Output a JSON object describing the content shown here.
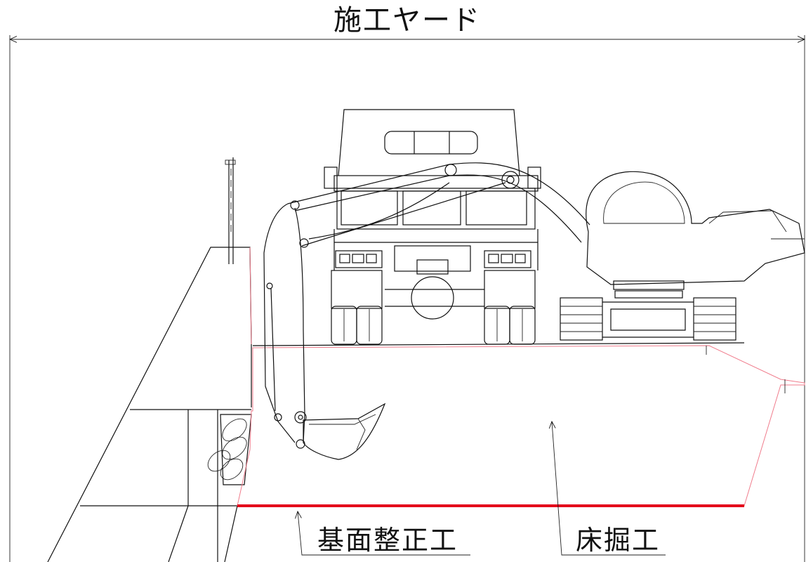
{
  "title": "施工ヤード",
  "labels": {
    "base_grading": "基面整正工",
    "bed_excavation": "床掘工"
  },
  "colors": {
    "line": "#111111",
    "excavation_outline": "#f07c8c",
    "excavation_hatch": "#f19aa6",
    "grading_line": "#e4001b",
    "background": "#ffffff"
  }
}
